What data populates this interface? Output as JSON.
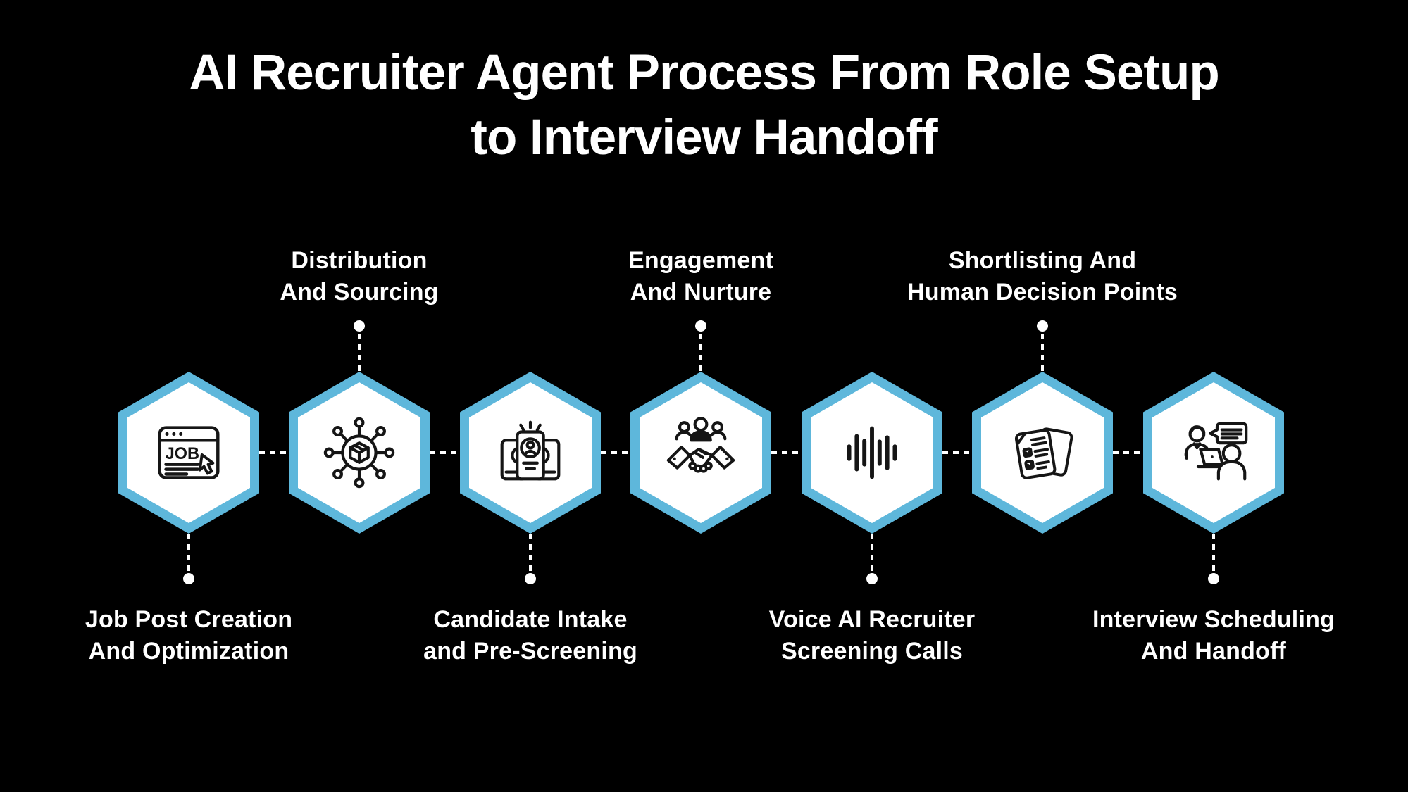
{
  "colors": {
    "background": "#000000",
    "accent_hexagon_border": "#5EB7DB",
    "hexagon_fill": "#FFFFFF",
    "icon_stroke": "#151515",
    "text": "#FFFFFF"
  },
  "title": {
    "line1": "AI Recruiter Agent Process From Role Setup",
    "line2": "to Interview Handoff"
  },
  "steps": [
    {
      "label_line1": "Job Post Creation",
      "label_line2": "And Optimization",
      "label_position": "bottom",
      "icon": "job-post-browser-icon",
      "icon_text": "JOB"
    },
    {
      "label_line1": "Distribution",
      "label_line2": "And Sourcing",
      "label_position": "top",
      "icon": "distribution-network-icon"
    },
    {
      "label_line1": "Candidate Intake",
      "label_line2": "and Pre-Screening",
      "label_position": "bottom",
      "icon": "candidate-profile-cards-icon"
    },
    {
      "label_line1": "Engagement",
      "label_line2": "And Nurture",
      "label_position": "top",
      "icon": "handshake-engagement-icon"
    },
    {
      "label_line1": "Voice AI Recruiter",
      "label_line2": "Screening Calls",
      "label_position": "bottom",
      "icon": "voice-waveform-icon"
    },
    {
      "label_line1": "Shortlisting And",
      "label_line2": "Human Decision Points",
      "label_position": "top",
      "icon": "checklist-documents-icon"
    },
    {
      "label_line1": "Interview Scheduling",
      "label_line2": "And Handoff",
      "label_position": "bottom",
      "icon": "interview-conversation-icon"
    }
  ]
}
